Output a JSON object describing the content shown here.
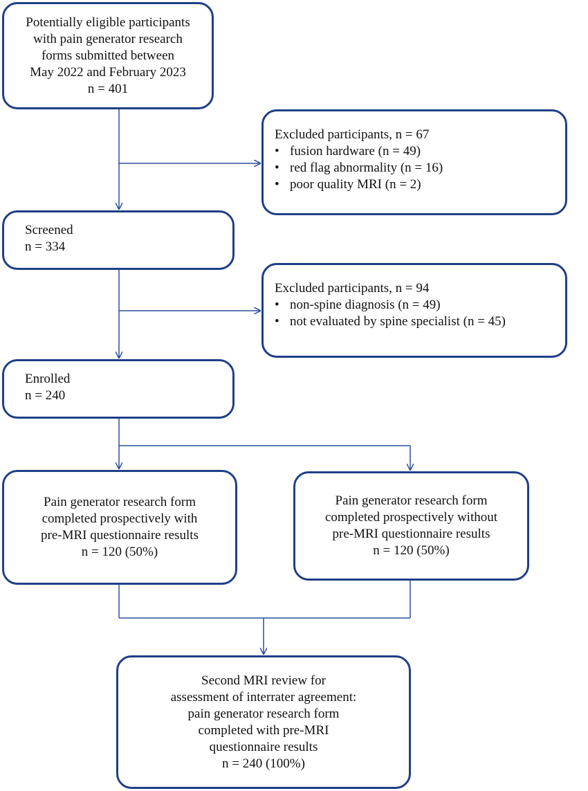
{
  "boxes": {
    "eligible": {
      "lines": [
        "Potentially eligible participants",
        "with pain generator research",
        "forms submitted between",
        "May 2022 and February 2023",
        "n = 401"
      ]
    },
    "excluded1": {
      "title": "Excluded participants, n = 67",
      "items": [
        "fusion hardware (n = 49)",
        "red flag abnormality (n = 16)",
        "poor quality MRI (n = 2)"
      ]
    },
    "screened": {
      "lines": [
        "Screened",
        "n = 334"
      ]
    },
    "excluded2": {
      "title": "Excluded participants, n = 94",
      "items": [
        "non-spine diagnosis (n = 49)",
        "not evaluated by spine specialist (n = 45)"
      ]
    },
    "enrolled": {
      "lines": [
        "Enrolled",
        "n = 240"
      ]
    },
    "with_results": {
      "lines": [
        "Pain generator research form",
        "completed prospectively with",
        "pre-MRI questionnaire results",
        "n = 120 (50%)"
      ]
    },
    "without_results": {
      "lines": [
        "Pain generator research form",
        "completed prospectively without",
        "pre-MRI questionnaire results",
        "n = 120 (50%)"
      ]
    },
    "second_review": {
      "lines": [
        "Second MRI review for",
        "assessment of interrater agreement:",
        "pain generator research form",
        "completed with pre-MRI",
        "questionnaire results",
        "n = 240 (100%)"
      ]
    }
  },
  "bullet_symbol": "•",
  "colors": {
    "border": "#1f3f86",
    "line": "#2a4f9a"
  }
}
